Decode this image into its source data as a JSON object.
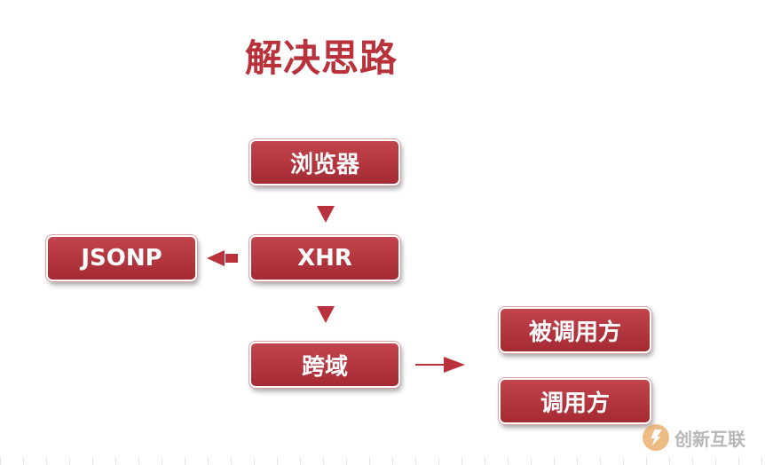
{
  "title": "解决思路",
  "nodes": {
    "browser": "浏览器",
    "xhr": "XHR",
    "jsonp": "JSONP",
    "cross_domain": "跨域",
    "callee": "被调用方",
    "caller": "调用方"
  },
  "watermark": "创新互联",
  "colors": {
    "accent": "#b8313b"
  }
}
